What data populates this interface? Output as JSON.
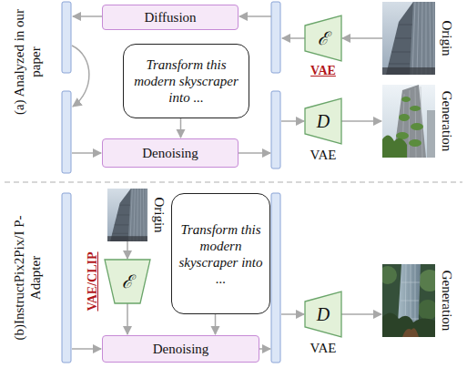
{
  "diagram": {
    "nodes": [
      {
        "text": [
          "Diffusion"
        ]
      },
      {
        "text": [
          "Origin"
        ]
      },
      {
        "text": [
          "ℰ",
          "VAE"
        ]
      },
      {
        "text": [
          "Transform this modern skyscraper into ..."
        ]
      },
      {
        "text": [
          "Generation"
        ]
      },
      {
        "text": [
          "Denoising"
        ]
      },
      {
        "text": [
          "D",
          "VAE"
        ]
      },
      {
        "text": [
          "Origin"
        ]
      },
      {
        "text": [
          "Transform this modern skyscraper into ..."
        ]
      },
      {
        "text": [
          "ℰ",
          "VAE/CLIP"
        ]
      },
      {
        "text": [
          "Denoising"
        ]
      },
      {
        "text": [
          "D",
          "VAE"
        ]
      },
      {
        "text": [
          "Generation"
        ]
      }
    ],
    "edges": [
      {
        "from": 1,
        "to": 2,
        "arrow": "to"
      },
      {
        "from": 6,
        "to": 4,
        "arrow": "to"
      },
      {
        "from": 3,
        "to": 5,
        "arrow": "to"
      },
      {
        "from": 7,
        "to": 9,
        "arrow": "to"
      },
      {
        "from": 9,
        "to": 10,
        "arrow": "to"
      },
      {
        "from": 8,
        "to": 10,
        "arrow": "to"
      },
      {
        "from": 11,
        "to": 12,
        "arrow": "to"
      }
    ],
    "labels": [
      "(a) Analyzed in our paper",
      "(b)InstructPix2Pix/I P-Adapter"
    ]
  }
}
